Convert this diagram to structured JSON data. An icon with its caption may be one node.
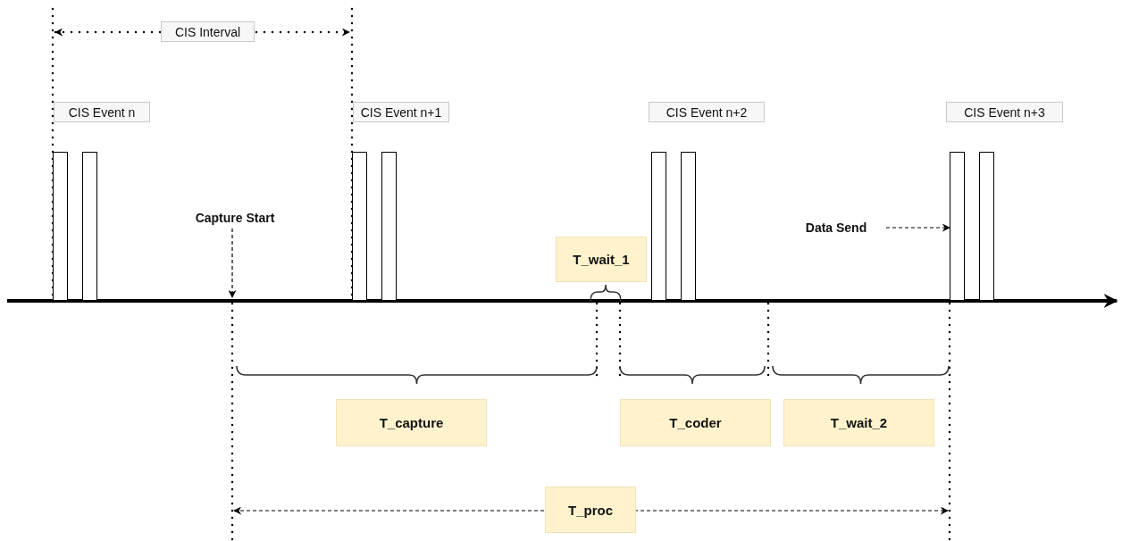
{
  "diagram": {
    "nodes": [
      {
        "text": [
          "CIS Interval"
        ]
      },
      {
        "text": [
          "CIS Event n"
        ]
      },
      {
        "text": [
          "CIS Event n+1"
        ]
      },
      {
        "text": [
          "CIS Event n+2"
        ]
      },
      {
        "text": [
          "CIS Event n+3"
        ]
      },
      {
        "text": [],
        "shape": "bar"
      },
      {
        "text": [],
        "shape": "bar"
      },
      {
        "text": [],
        "shape": "bar"
      },
      {
        "text": [],
        "shape": "bar"
      },
      {
        "text": [],
        "shape": "bar"
      },
      {
        "text": [],
        "shape": "bar"
      },
      {
        "text": [],
        "shape": "bar"
      },
      {
        "text": [],
        "shape": "bar"
      },
      {
        "text": [
          "Capture Start"
        ]
      },
      {
        "text": [
          "Data Send"
        ]
      },
      {
        "text": [
          "T_wait_1"
        ]
      },
      {
        "text": [
          "T_capture"
        ]
      },
      {
        "text": [
          "T_coder"
        ]
      },
      {
        "text": [
          "T_wait_2"
        ]
      },
      {
        "text": [
          "T_proc"
        ]
      }
    ],
    "edges": [
      {
        "from": 13,
        "to": null,
        "arrow": "to",
        "style": "dashed"
      },
      {
        "from": 14,
        "to": 11,
        "arrow": "to",
        "style": "dashed"
      }
    ]
  }
}
